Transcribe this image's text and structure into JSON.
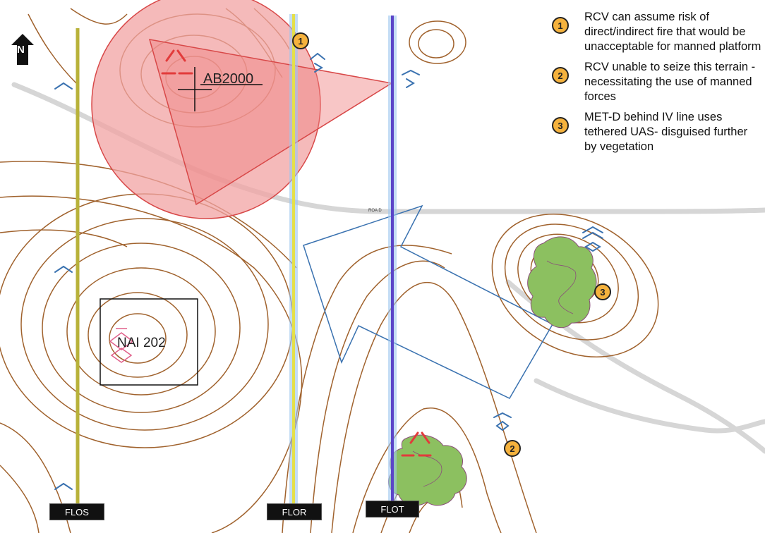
{
  "north_label": "N",
  "area_labels": {
    "ab": "AB2000",
    "nai": "NAI 202",
    "road": "ROA\nD"
  },
  "phase_lines": [
    {
      "label": "FLOS",
      "color": "#b8b23a"
    },
    {
      "label": "FLOR",
      "color": "#e5e04a"
    },
    {
      "label": "FLOT",
      "color": "#5b45c8"
    }
  ],
  "markers": [
    "1",
    "2",
    "3"
  ],
  "legend": [
    {
      "num": "1",
      "text": "RCV can assume risk of direct/indirect fire that would be unacceptable for manned platform"
    },
    {
      "num": "2",
      "text": "RCV unable to seize this terrain - necessitating the use of manned forces"
    },
    {
      "num": "3",
      "text": "MET-D behind IV line uses tethered UAS- disguised further  by vegetation"
    }
  ],
  "colors": {
    "contour": "#a0622d",
    "threat_fill": "#f2a3a3",
    "threat_stroke": "#d84848",
    "arrow": "#3a72b0",
    "vegetation": "#8cc060",
    "road": "#d6d6d6",
    "marker_fill": "#f5b23d"
  }
}
